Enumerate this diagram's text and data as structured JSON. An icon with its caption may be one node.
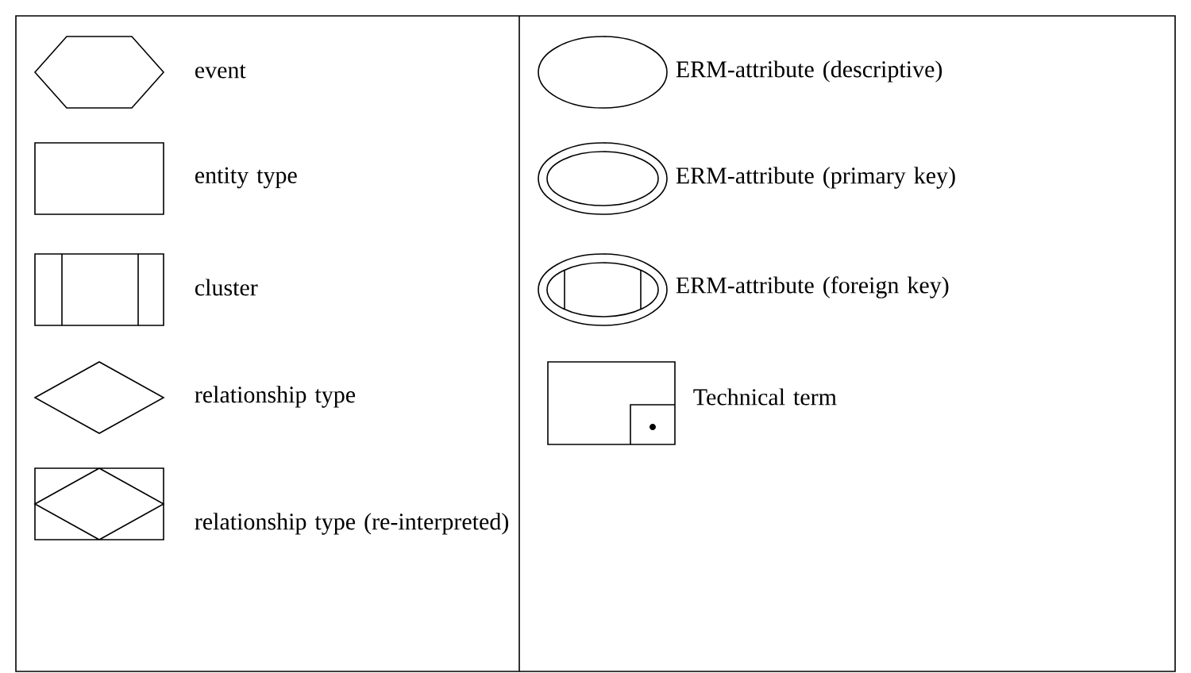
{
  "diagram": {
    "legend": [
      {
        "text": "event"
      },
      {
        "text": "entity type"
      },
      {
        "text": "cluster"
      },
      {
        "text": "relationship type"
      },
      {
        "text": "relationship type (re-interpreted)"
      },
      {
        "text": "ERM-attribute (descriptive)"
      },
      {
        "text": "ERM-attribute (primary key)"
      },
      {
        "text": "ERM-attribute (foreign key)"
      },
      {
        "text": "Technical term"
      }
    ]
  }
}
